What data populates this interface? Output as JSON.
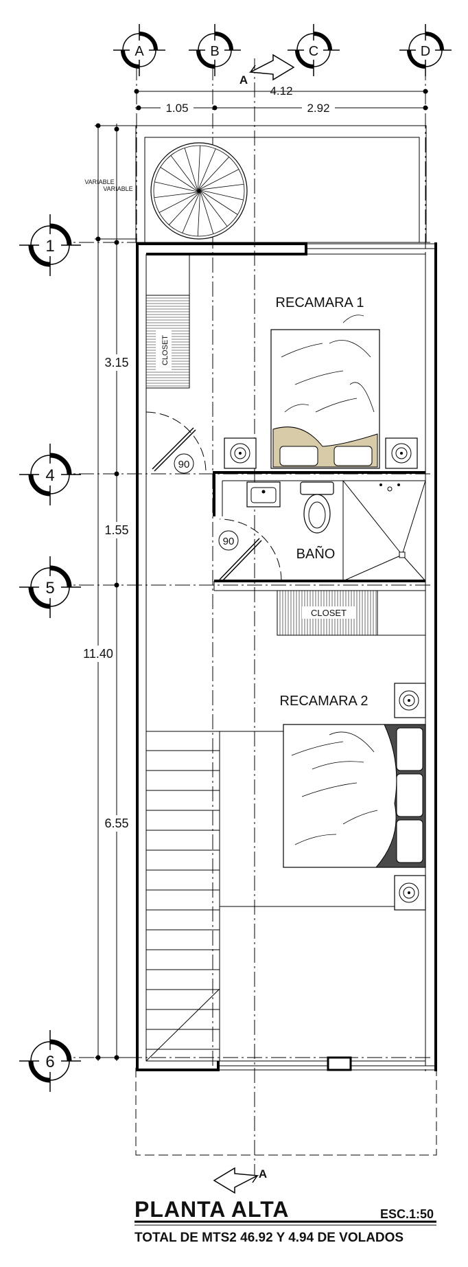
{
  "title": "PLANTA ALTA",
  "scale": "ESC.1:50",
  "subtitle": "TOTAL DE MTS2 46.92 Y 4.94 DE VOLADOS",
  "section_marker": "A",
  "grid_columns": [
    "A",
    "B",
    "C",
    "D"
  ],
  "grid_rows": [
    "1",
    "4",
    "5",
    "6"
  ],
  "dimensions": {
    "total_width": "4.12",
    "width_left": "1.05",
    "width_right": "2.92",
    "variable_1": "VARIABLE",
    "variable_2": "VARIABLE",
    "h1": "3.15",
    "h2": "1.55",
    "h3": "6.55",
    "total_height": "11.40"
  },
  "rooms": {
    "bedroom1": "RECAMARA 1",
    "bedroom2": "RECAMARA 2",
    "bath": "BAÑO",
    "closet1": "CLOSET",
    "closet2": "CLOSET"
  },
  "door_angle_1": "90",
  "door_angle_2": "90"
}
